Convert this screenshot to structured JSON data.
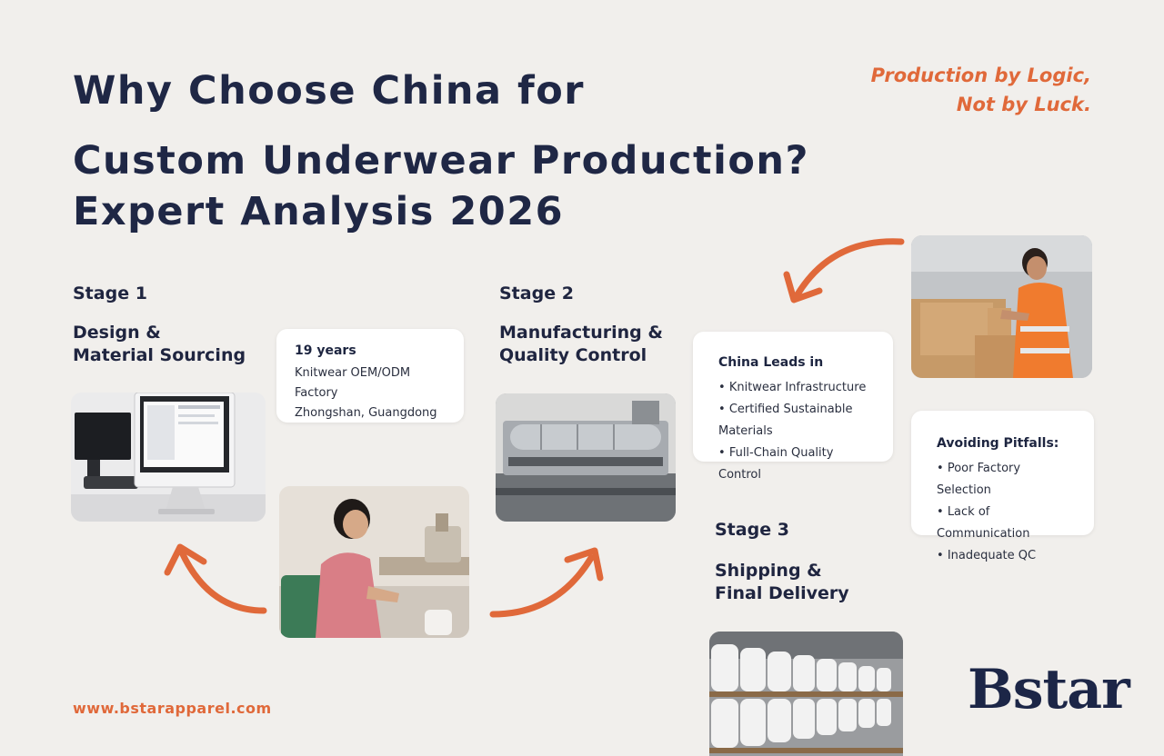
{
  "header": {
    "title": "Why Choose China for\nCustom Underwear Production?",
    "subtitle": "Expert Analysis 2026",
    "tagline_line1": "Production by Logic,",
    "tagline_line2": "Not by Luck."
  },
  "stages": [
    {
      "label": "Stage 1",
      "title": "Design &\nMaterial Sourcing"
    },
    {
      "label": "Stage 2",
      "title": "Manufacturing &\nQuality Control"
    },
    {
      "label": "Stage 3",
      "title": "Shipping &\nFinal Delivery"
    }
  ],
  "factory_card": {
    "years": "19 years",
    "line1": "Knitwear OEM/ODM Factory",
    "line2": "Zhongshan, Guangdong"
  },
  "leads_card": {
    "heading": "China Leads in",
    "items": [
      "Knitwear Infrastructure",
      "Certified Sustainable Materials",
      "Full-Chain Quality Control"
    ]
  },
  "pitfalls_card": {
    "heading": "Avoiding Pitfalls:",
    "items": [
      "Poor Factory Selection",
      "Lack of Communication",
      "Inadequate QC"
    ]
  },
  "footer": {
    "url": "www.bstarapparel.com",
    "logo": "Bstar"
  },
  "colors": {
    "accent": "#e0693a",
    "navy": "#1f2745",
    "background": "#f1efec"
  }
}
